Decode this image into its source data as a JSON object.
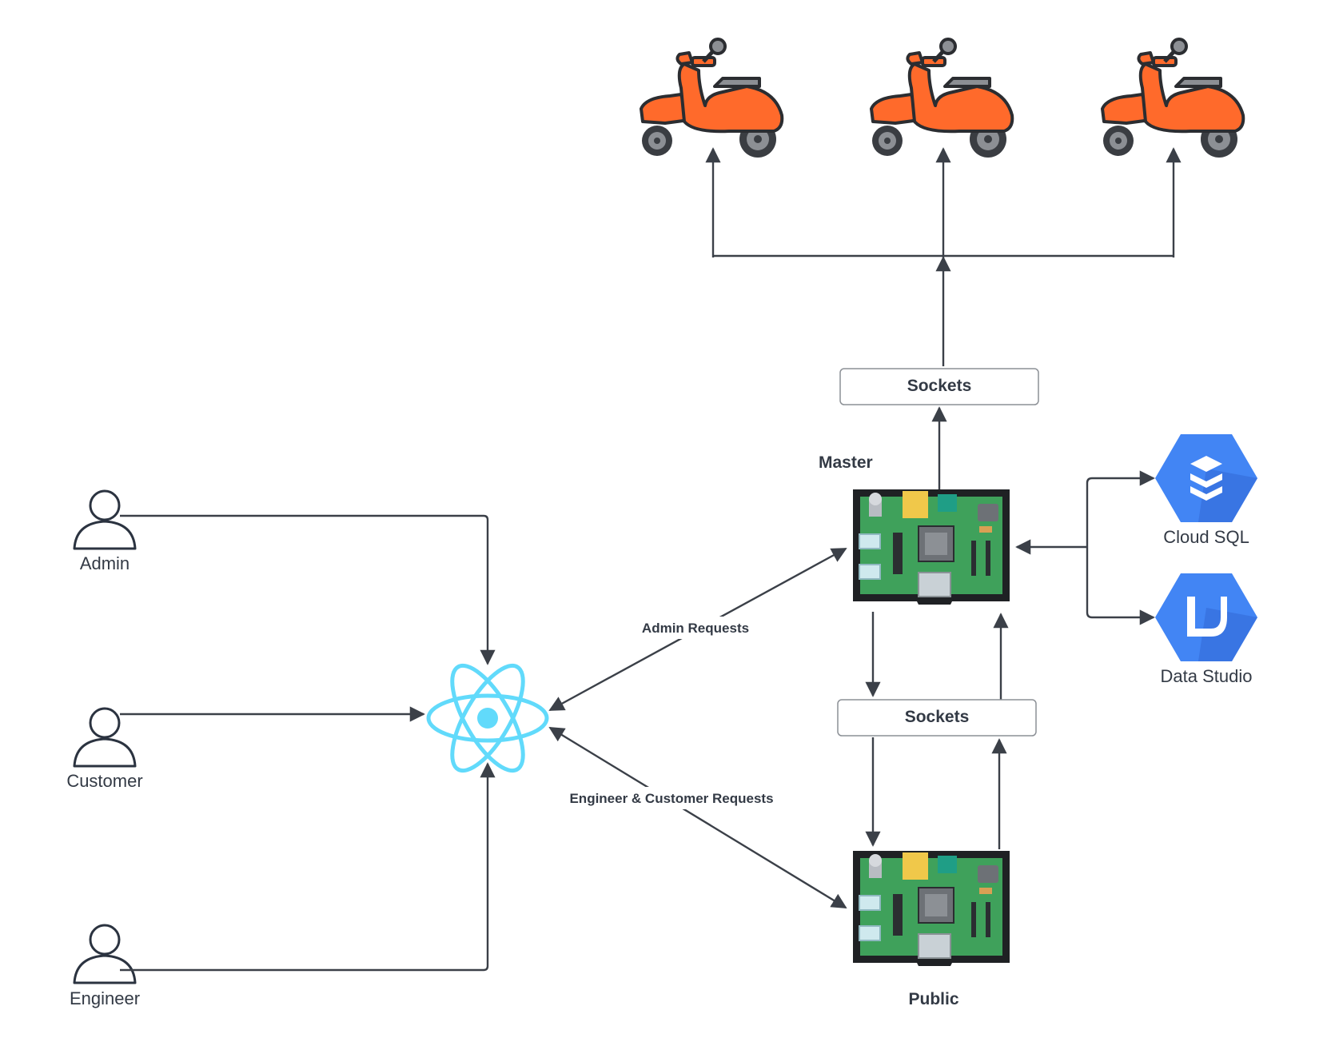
{
  "users": [
    {
      "id": "admin",
      "label": "Admin"
    },
    {
      "id": "customer",
      "label": "Customer"
    },
    {
      "id": "engineer",
      "label": "Engineer"
    }
  ],
  "sockets": {
    "top": "Sockets",
    "middle": "Sockets"
  },
  "nodes": {
    "master": "Master",
    "public": "Public"
  },
  "services": {
    "cloud_sql": "Cloud SQL",
    "data_studio": "Data Studio"
  },
  "edges": {
    "admin_requests": "Admin Requests",
    "engineer_customer_requests": "Engineer & Customer Requests"
  },
  "icons": {
    "frontend": "react-icon",
    "scooter": "scooter-icon",
    "board": "circuit-board-icon",
    "user": "user-icon"
  },
  "colors": {
    "scooter_body": "#ff6a2b",
    "react": "#61dafb",
    "gcp_blue": "#4285f4",
    "board_green": "#3fa15b",
    "line": "#3b4048"
  }
}
